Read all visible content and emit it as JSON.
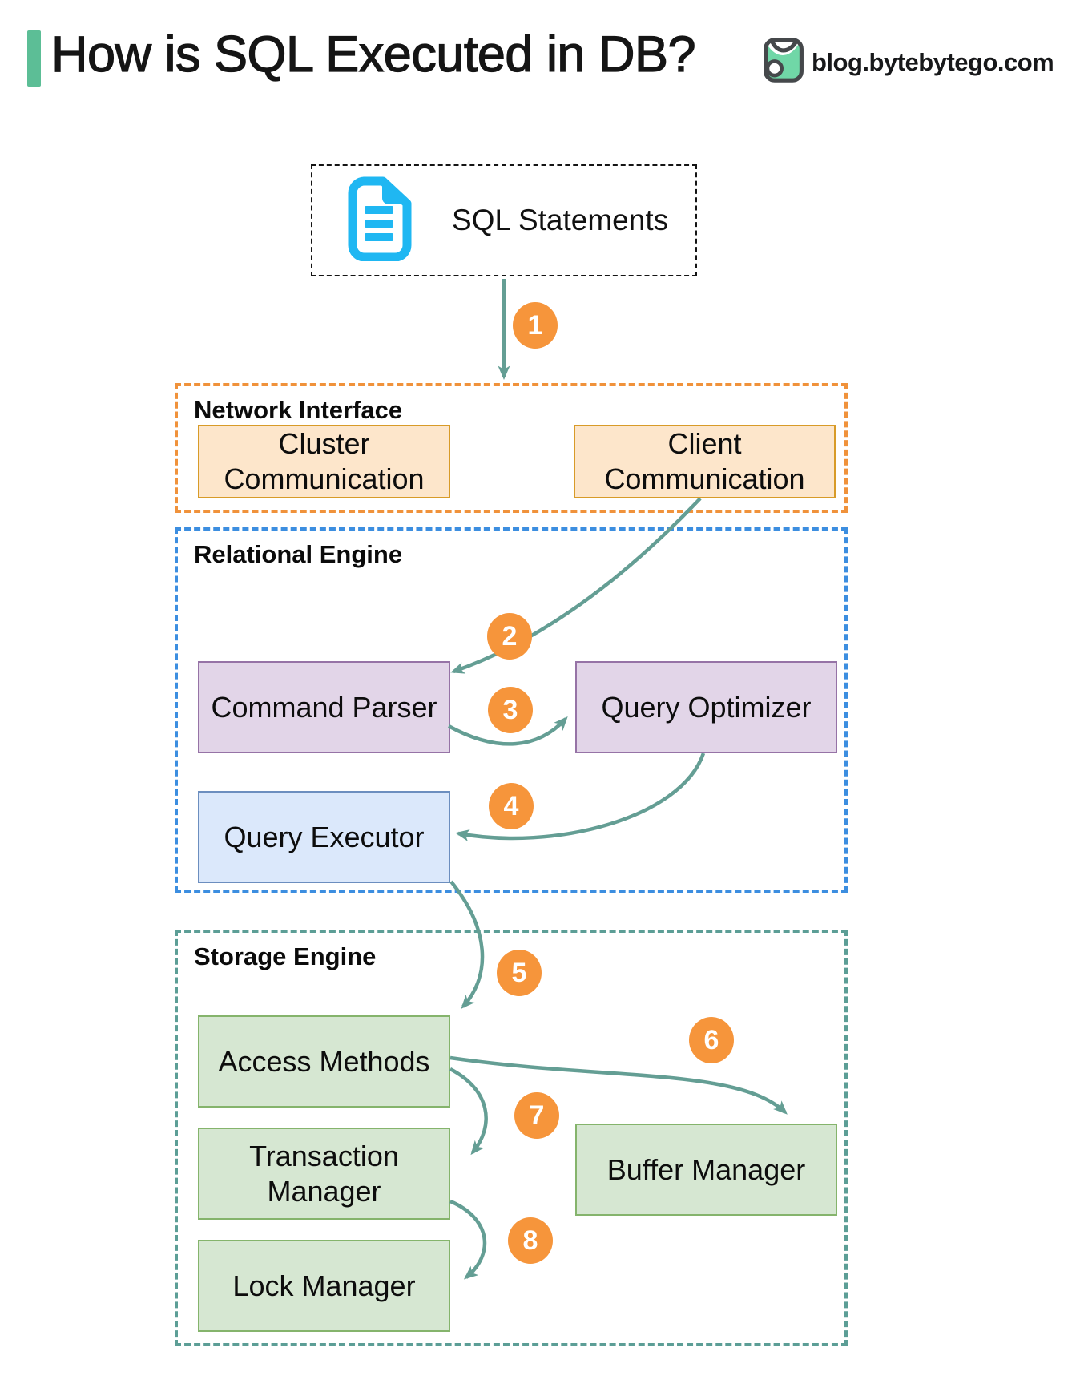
{
  "header": {
    "title": "How is SQL Executed in DB?",
    "site": "blog.bytebytego.com"
  },
  "source": {
    "label": "SQL Statements"
  },
  "sections": [
    {
      "label": "Network Interface",
      "boxes": [
        {
          "label": "Cluster Communication"
        },
        {
          "label": "Client Communication"
        }
      ]
    },
    {
      "label": "Relational Engine",
      "boxes": [
        {
          "label": "Command Parser"
        },
        {
          "label": "Query Optimizer"
        },
        {
          "label": "Query Executor"
        }
      ]
    },
    {
      "label": "Storage Engine",
      "boxes": [
        {
          "label": "Access Methods"
        },
        {
          "label": "Transaction Manager"
        },
        {
          "label": "Buffer Manager"
        },
        {
          "label": "Lock Manager"
        }
      ]
    }
  ],
  "steps": [
    {
      "number": "1",
      "from": "SQL Statements",
      "to": "Network Interface"
    },
    {
      "number": "2",
      "from": "Client Communication",
      "to": "Command Parser"
    },
    {
      "number": "3",
      "from": "Command Parser",
      "to": "Query Optimizer"
    },
    {
      "number": "4",
      "from": "Query Optimizer",
      "to": "Query Executor"
    },
    {
      "number": "5",
      "from": "Query Executor",
      "to": "Access Methods"
    },
    {
      "number": "6",
      "from": "Access Methods",
      "to": "Buffer Manager"
    },
    {
      "number": "7",
      "from": "Access Methods",
      "to": "Transaction Manager"
    },
    {
      "number": "8",
      "from": "Transaction Manager",
      "to": "Lock Manager"
    }
  ],
  "colors": {
    "accent_green": "#5CBE96",
    "arrow": "#649E94",
    "step_badge": "#F6953B",
    "network_section_border": "#F0923B",
    "network_box_fill": "#FDE6CB",
    "network_box_border": "#D89B28",
    "relational_section_border": "#3C8EE0",
    "parser_optimizer_fill": "#E2D5E8",
    "parser_optimizer_border": "#9673A6",
    "executor_fill": "#DBE8FB",
    "executor_border": "#6C8EBF",
    "storage_section_border": "#5C9E96",
    "storage_box_fill": "#D6E7D2",
    "storage_box_border": "#85B46C",
    "document_icon": "#1FB7F2",
    "logo_green": "#70D7A7"
  }
}
